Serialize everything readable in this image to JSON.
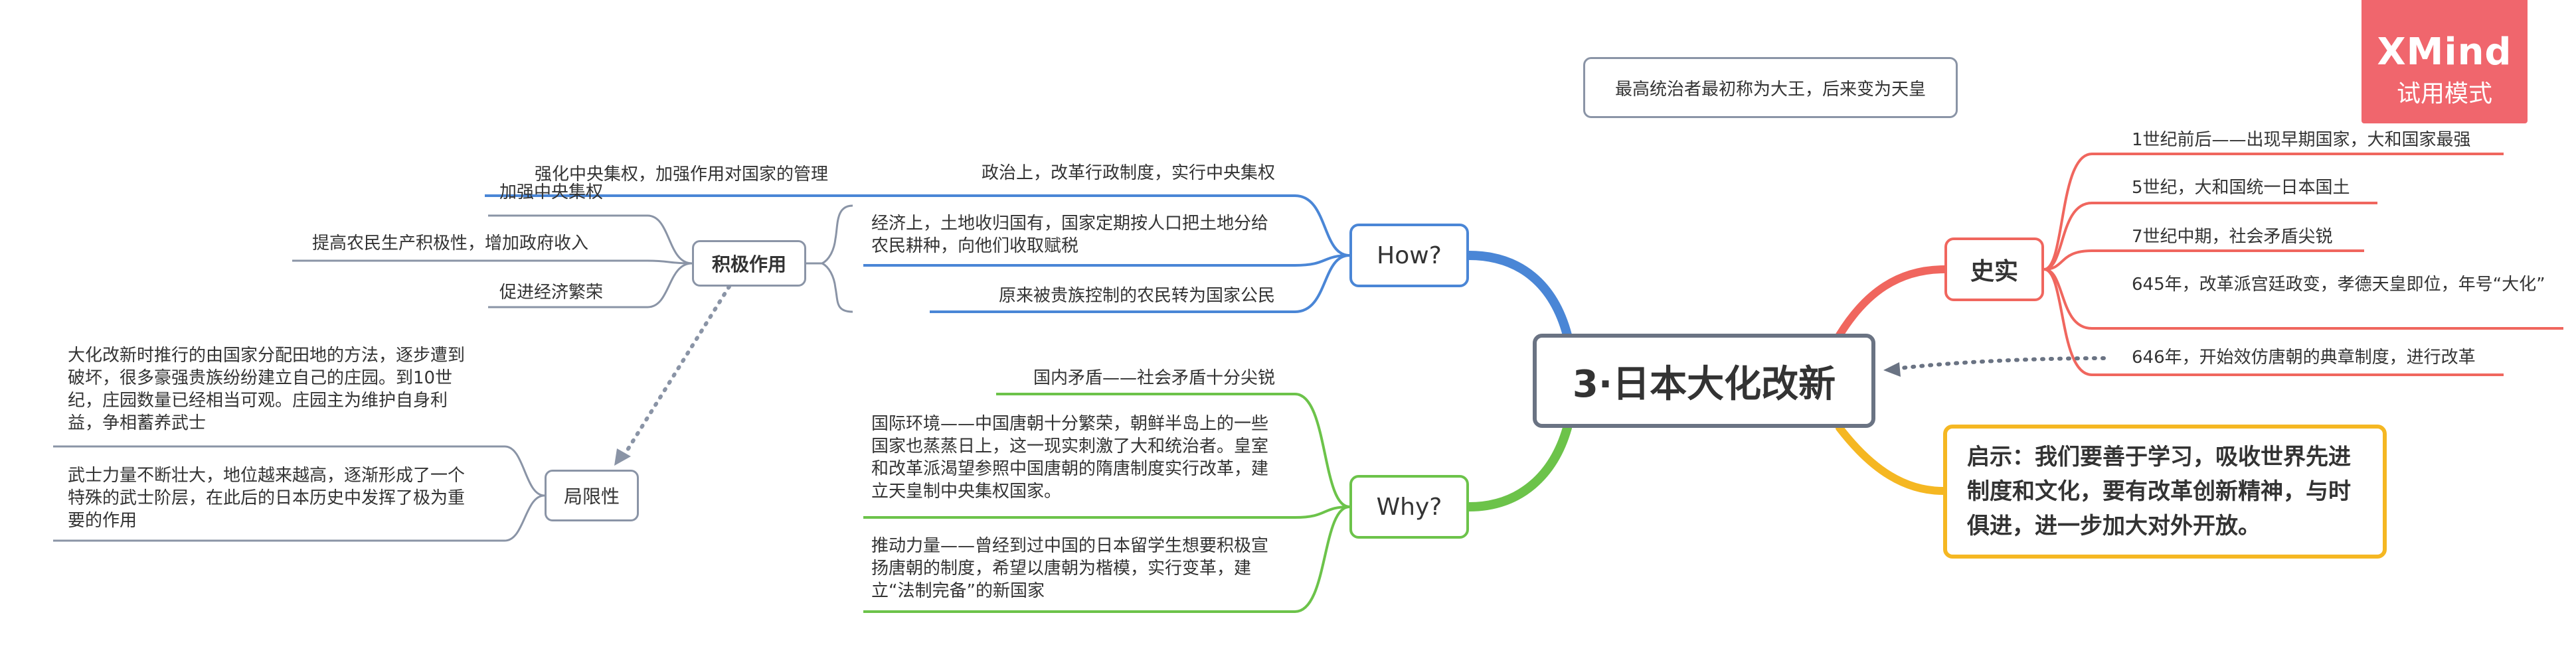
{
  "central": {
    "title": "3·日本大化改新"
  },
  "note": "最高统治者最初称为大王，后来变为天皇",
  "watermark": {
    "logo": "XMind",
    "label": "试用模式"
  },
  "how": {
    "label": "How?",
    "items": [
      "政治上，改革行政制度，实行中央集权",
      "经济上，土地收归国有，国家定期按人口把土地分给农民耕种，向他们收取赋税",
      "原来被贵族控制的农民转为国家公民"
    ]
  },
  "positive": {
    "label": "积极作用",
    "sub_top": "强化中央集权，加强作用对国家的管理",
    "items": [
      "加强中央集权",
      "提高农民生产积极性，增加政府收入",
      "促进经济繁荣"
    ]
  },
  "why": {
    "label": "Why?",
    "items": [
      "国内矛盾——社会矛盾十分尖锐",
      "国际环境——中国唐朝十分繁荣，朝鲜半岛上的一些国家也蒸蒸日上，这一现实刺激了大和统治者。皇室和改革派渴望参照中国唐朝的隋唐制度实行改革，建立天皇制中央集权国家。",
      "推动力量——曾经到过中国的日本留学生想要积极宣扬唐朝的制度，希望以唐朝为楷模，实行变革，建立“法制完备”的新国家"
    ]
  },
  "limit": {
    "label": "局限性",
    "items": [
      "大化改新时推行的由国家分配田地的方法，逐步遭到破坏，很多豪强贵族纷纷建立自己的庄园。到10世纪，庄园数量已经相当可观。庄园主为维护自身利益，争相蓄养武士",
      "武士力量不断壮大，地位越来越高，逐渐形成了一个特殊的武士阶层，在此后的日本历史中发挥了极为重要的作用"
    ]
  },
  "facts": {
    "label": "史实",
    "items": [
      "1世纪前后——出现早期国家，大和国家最强",
      "5世纪，大和国统一日本国土",
      "7世纪中期，社会矛盾尖锐",
      "645年，改革派宫廷政变，孝德天皇即位，年号“大化”",
      "646年，开始效仿唐朝的典章制度，进行改革"
    ]
  },
  "insight": "启示：我们要善于学习，吸收世界先进制度和文化，要有改革创新精神，与时俱进，进一步加大对外开放。",
  "colors": {
    "how": "#4a86d6",
    "why": "#6cc34a",
    "facts": "#f0665e",
    "insight": "#f5b722",
    "neutral": "#8a94a6",
    "central_border": "#6a7383",
    "watermark_bg": "#f0666d"
  }
}
